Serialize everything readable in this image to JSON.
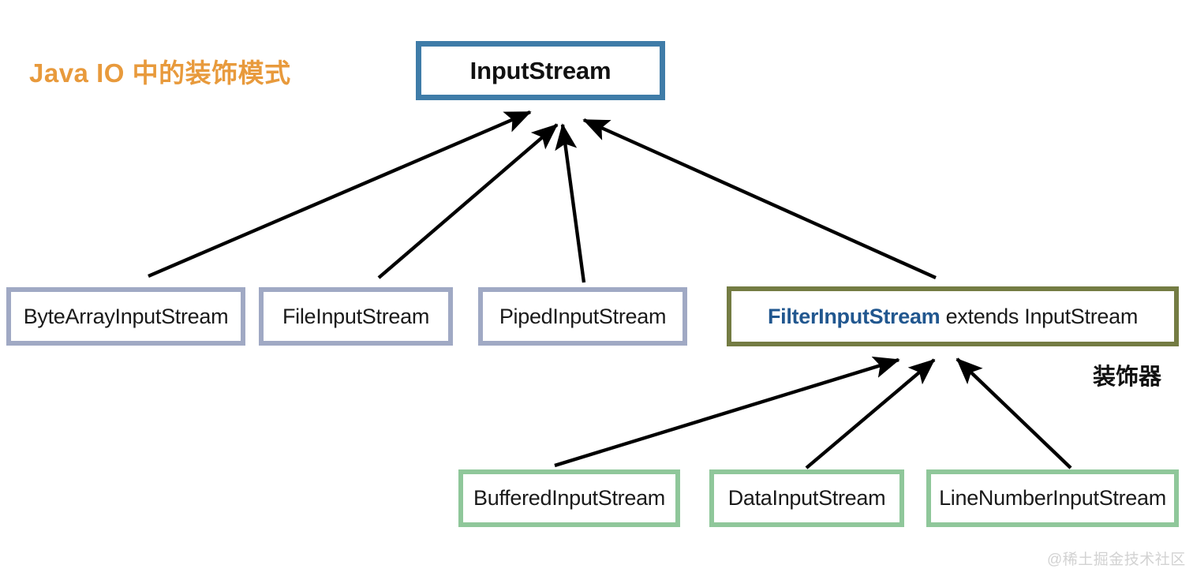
{
  "title": "Java IO 中的装饰模式",
  "annotation": "装饰器",
  "watermark": "@稀土掘金技术社区",
  "colors": {
    "title": "#e89a3c",
    "root_border": "#3f7ca8",
    "plain_border": "#a0a9c4",
    "decorator_border": "#747c43",
    "concrete_border": "#8fc79a",
    "arrow": "#000000",
    "highlight_text": "#21578f",
    "watermark": "#d2d2d2"
  },
  "nodes": {
    "root": {
      "label": "InputStream"
    },
    "byte_array": {
      "label": "ByteArrayInputStream"
    },
    "file": {
      "label": "FileInputStream"
    },
    "piped": {
      "label": "PipedInputStream"
    },
    "filter": {
      "label_bold": "FilterInputStream",
      "label_rest": " extends InputStream"
    },
    "buffered": {
      "label": "BufferedInputStream"
    },
    "data": {
      "label": "DataInputStream"
    },
    "line_number": {
      "label": "LineNumberInputStream"
    }
  },
  "edges": [
    {
      "from": "ByteArrayInputStream",
      "to": "InputStream"
    },
    {
      "from": "FileInputStream",
      "to": "InputStream"
    },
    {
      "from": "PipedInputStream",
      "to": "InputStream"
    },
    {
      "from": "FilterInputStream",
      "to": "InputStream"
    },
    {
      "from": "BufferedInputStream",
      "to": "FilterInputStream"
    },
    {
      "from": "DataInputStream",
      "to": "FilterInputStream"
    },
    {
      "from": "LineNumberInputStream",
      "to": "FilterInputStream"
    }
  ]
}
